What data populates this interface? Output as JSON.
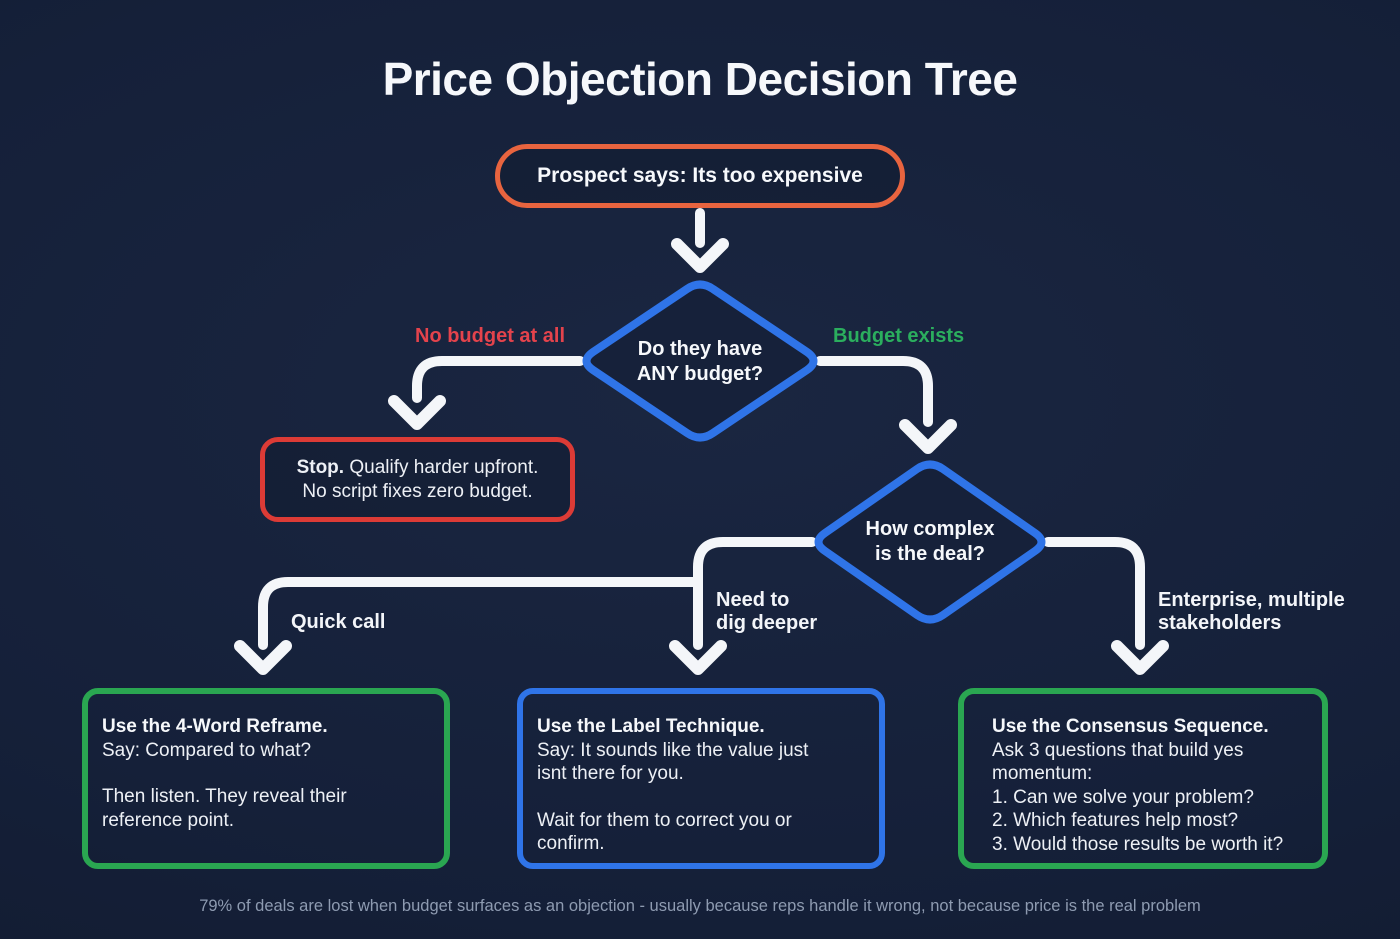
{
  "title": "Price Objection Decision Tree",
  "start_node": {
    "label": "Prospect says: Its too expensive"
  },
  "decision_budget": {
    "line1": "Do they have",
    "line2": "ANY budget?"
  },
  "decision_complexity": {
    "line1": "How complex",
    "line2": "is the deal?"
  },
  "branches": {
    "no_budget": "No budget at all",
    "budget_exists": "Budget exists",
    "quick_call": "Quick call",
    "dig_deeper_line1": "Need to",
    "dig_deeper_line2": "dig deeper",
    "enterprise_line1": "Enterprise, multiple",
    "enterprise_line2": "stakeholders"
  },
  "stop_node": {
    "lead": "Stop.",
    "line1_rest": " Qualify harder upfront.",
    "line2": "No script fixes zero budget."
  },
  "outcomes": [
    {
      "title": "Use the 4-Word Reframe.",
      "lines": [
        "Say: Compared to what?",
        "Then listen. They reveal their",
        "reference point."
      ]
    },
    {
      "title": "Use the Label Technique.",
      "lines": [
        "Say: It sounds like the value just",
        "isnt there for you.",
        "Wait for them to correct you or",
        "confirm."
      ]
    },
    {
      "title": "Use the Consensus Sequence.",
      "lines": [
        "Ask 3 questions that build yes",
        "momentum:",
        "1. Can we solve your problem?",
        "2. Which features help most?",
        "3. Would those results be worth it?"
      ]
    }
  ],
  "footer": "79% of deals are lost when budget surfaces as an objection - usually because reps handle it wrong, not because price is the real problem",
  "colors": {
    "accent_orange": "#E8643F",
    "accent_blue": "#2F74E8",
    "accent_red": "#DC3B36",
    "accent_green": "#2AA651",
    "label_red": "#E4434C",
    "label_green": "#2BAE5E",
    "wire_white": "#F4F6F9",
    "background_navy": "#152039"
  }
}
